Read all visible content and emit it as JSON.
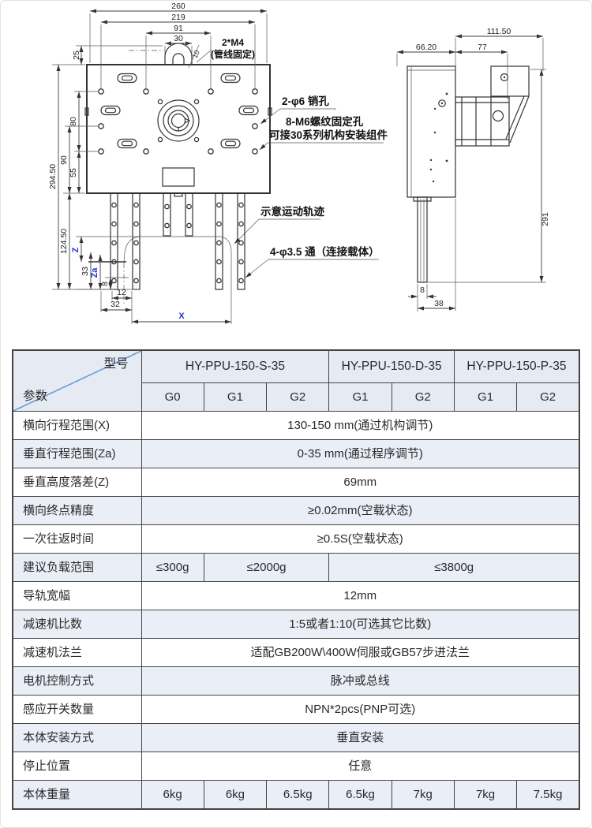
{
  "colors": {
    "dim_accent_blue": "#2233cc",
    "diagonal_line": "#6f9fd8",
    "table_border": "#454545",
    "header_bg": "#e6eaf2",
    "row_alt_bg": "#eaeef7"
  },
  "drawing": {
    "front": {
      "d260": "260",
      "d219": "219",
      "d91": "91",
      "d30": "30",
      "d10": "10",
      "d25": "25",
      "d80": "80",
      "d90": "90",
      "d55": "55",
      "d294_50": "294.50",
      "d124_50": "124.50",
      "dZ": "Z",
      "d33": "33",
      "dZa": "Za",
      "d8": "8",
      "d12": "12",
      "d32": "32",
      "dX": "X",
      "note_m4_1": "2*M4",
      "note_m4_2": "(管线固定)",
      "note_pin": "2-φ6 销孔",
      "note_m6_1": "8-M6螺纹固定孔",
      "note_m6_2": "可接30系列机构安装组件",
      "note_motion": "示意运动轨迹",
      "note_carrier": "4-φ3.5 通（连接载体）"
    },
    "side": {
      "d66_20": "66.20",
      "d111_50": "111.50",
      "d77": "77",
      "d291": "291",
      "d8": "8",
      "d38": "38"
    }
  },
  "table": {
    "header": {
      "model_label": "型号",
      "param_label": "参数",
      "models": [
        {
          "name": "HY-PPU-150-S-35",
          "cols": [
            "G0",
            "G1",
            "G2"
          ]
        },
        {
          "name": "HY-PPU-150-D-35",
          "cols": [
            "G1",
            "G2"
          ]
        },
        {
          "name": "HY-PPU-150-P-35",
          "cols": [
            "G1",
            "G2"
          ]
        }
      ]
    },
    "rows": [
      {
        "label": "横向行程范围(X)",
        "cells": [
          "130-150 mm(通过机构调节)"
        ]
      },
      {
        "label": "垂直行程范围(Za)",
        "cells": [
          "0-35 mm(通过程序调节)"
        ]
      },
      {
        "label": "垂直高度落差(Z)",
        "cells": [
          "69mm"
        ]
      },
      {
        "label": "横向终点精度",
        "cells": [
          "≥0.02mm(空载状态)"
        ]
      },
      {
        "label": "一次往返时间",
        "cells": [
          "≥0.5S(空载状态)"
        ]
      },
      {
        "label": "建议负载范围",
        "cells": [
          "≤300g",
          "≤2000g",
          "≤3800g"
        ]
      },
      {
        "label": "导轨宽幅",
        "cells": [
          "12mm"
        ]
      },
      {
        "label": "减速机比数",
        "cells": [
          "1:5或者1:10(可选其它比数)"
        ]
      },
      {
        "label": "减速机法兰",
        "cells": [
          "适配GB200W\\400W伺服或GB57步进法兰"
        ]
      },
      {
        "label": "电机控制方式",
        "cells": [
          "脉冲或总线"
        ]
      },
      {
        "label": "感应开关数量",
        "cells": [
          "NPN*2pcs(PNP可选)"
        ]
      },
      {
        "label": "本体安装方式",
        "cells": [
          "垂直安装"
        ]
      },
      {
        "label": "停止位置",
        "cells": [
          "任意"
        ]
      },
      {
        "label": "本体重量",
        "cells": [
          "6kg",
          "6kg",
          "6.5kg",
          "6.5kg",
          "7kg",
          "7kg",
          "7.5kg"
        ]
      }
    ]
  }
}
